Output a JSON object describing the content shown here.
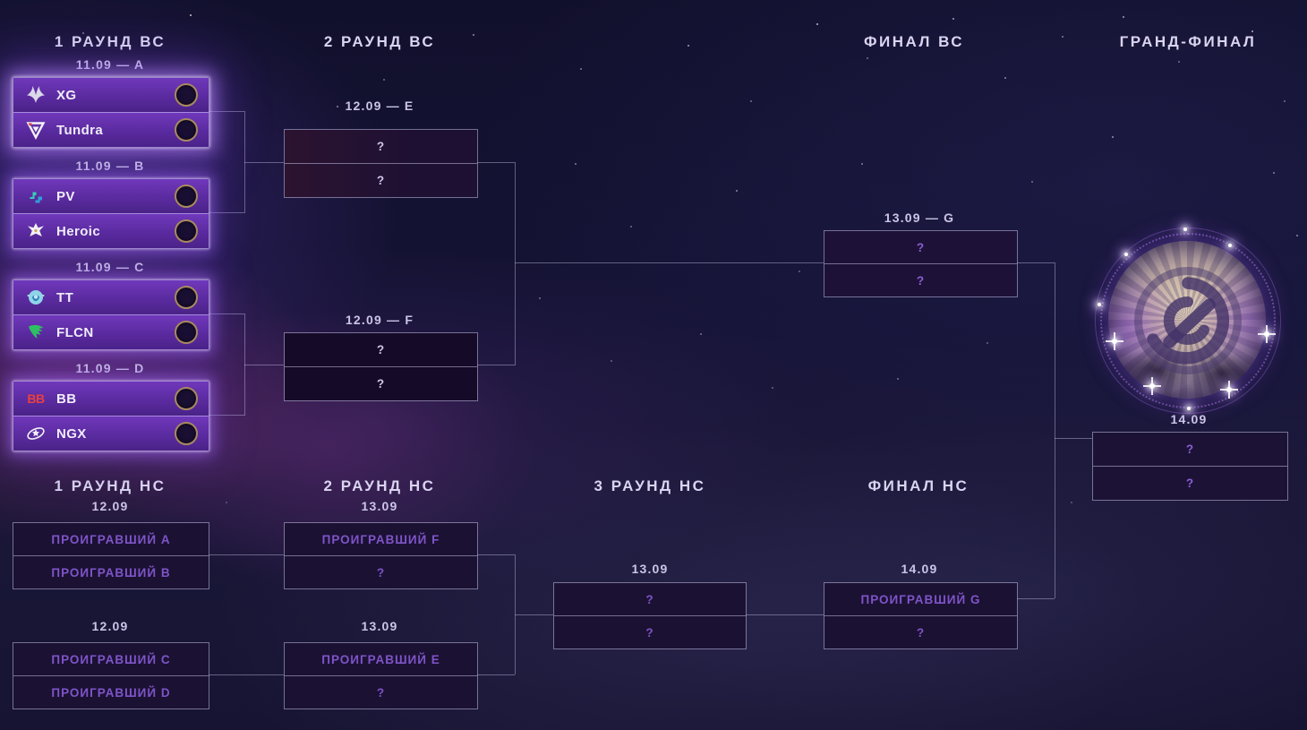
{
  "tournament": {
    "upper_round1": {
      "header": "1 РАУНД ВС",
      "matches": [
        {
          "label": "11.09 — A",
          "teams": [
            {
              "name": "XG",
              "icon": "xtreme-gaming-logo"
            },
            {
              "name": "Tundra",
              "icon": "tundra-esports-logo"
            }
          ]
        },
        {
          "label": "11.09 — B",
          "teams": [
            {
              "name": "PV",
              "icon": "parivision-logo"
            },
            {
              "name": "Heroic",
              "icon": "heroic-logo"
            }
          ]
        },
        {
          "label": "11.09 — C",
          "teams": [
            {
              "name": "TT",
              "icon": "team-tidebound-logo"
            },
            {
              "name": "FLCN",
              "icon": "team-falcons-logo"
            }
          ]
        },
        {
          "label": "11.09 — D",
          "teams": [
            {
              "name": "BB",
              "icon": "betboom-logo",
              "icon_text": "BB"
            },
            {
              "name": "NGX",
              "icon": "nigma-galaxy-logo"
            }
          ]
        }
      ]
    },
    "upper_round2": {
      "header": "2 РАУНД ВС",
      "matches": [
        {
          "label": "12.09 — E",
          "slots": [
            "?",
            "?"
          ]
        },
        {
          "label": "12.09 — F",
          "slots": [
            "?",
            "?"
          ]
        }
      ]
    },
    "upper_final": {
      "header": "ФИНАЛ ВС",
      "matches": [
        {
          "label": "13.09 — G",
          "slots": [
            "?",
            "?"
          ]
        }
      ]
    },
    "grand_final": {
      "header": "ГРАНД-ФИНАЛ",
      "label": "14.09",
      "slots": [
        "?",
        "?"
      ],
      "trophy": "aegis-of-champions"
    },
    "lower_round1": {
      "header": "1 РАУНД НС",
      "matches": [
        {
          "label": "12.09",
          "slots": [
            "ПРОИГРАВШИЙ A",
            "ПРОИГРАВШИЙ B"
          ]
        },
        {
          "label": "12.09",
          "slots": [
            "ПРОИГРАВШИЙ C",
            "ПРОИГРАВШИЙ D"
          ]
        }
      ]
    },
    "lower_round2": {
      "header": "2 РАУНД НС",
      "matches": [
        {
          "label": "13.09",
          "slots": [
            "ПРОИГРАВШИЙ F",
            "?"
          ]
        },
        {
          "label": "13.09",
          "slots": [
            "ПРОИГРАВШИЙ E",
            "?"
          ]
        }
      ]
    },
    "lower_round3": {
      "header": "3 РАУНД НС",
      "matches": [
        {
          "label": "13.09",
          "slots": [
            "?",
            "?"
          ]
        }
      ]
    },
    "lower_final": {
      "header": "ФИНАЛ НС",
      "matches": [
        {
          "label": "14.09",
          "slots": [
            "ПРОИГРАВШИЙ G",
            "?"
          ]
        }
      ]
    },
    "colors": {
      "team_row_purple": "#5c2ca2",
      "loser_text_purple": "#7e54c8",
      "score_ring_gold": "#a8895f",
      "background_navy": "#141335"
    }
  }
}
